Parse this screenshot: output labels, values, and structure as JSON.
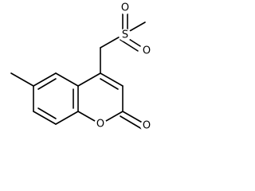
{
  "molecule": {
    "atoms": {
      "ring_oxygen": "O",
      "carbonyl_oxygen": "O",
      "sulfur": "S",
      "sulfonyl_oxygen_top": "O",
      "sulfonyl_oxygen_bottom": "O"
    },
    "colors": {
      "bond": "#000000",
      "label": "#000000",
      "background": "#ffffff"
    }
  }
}
